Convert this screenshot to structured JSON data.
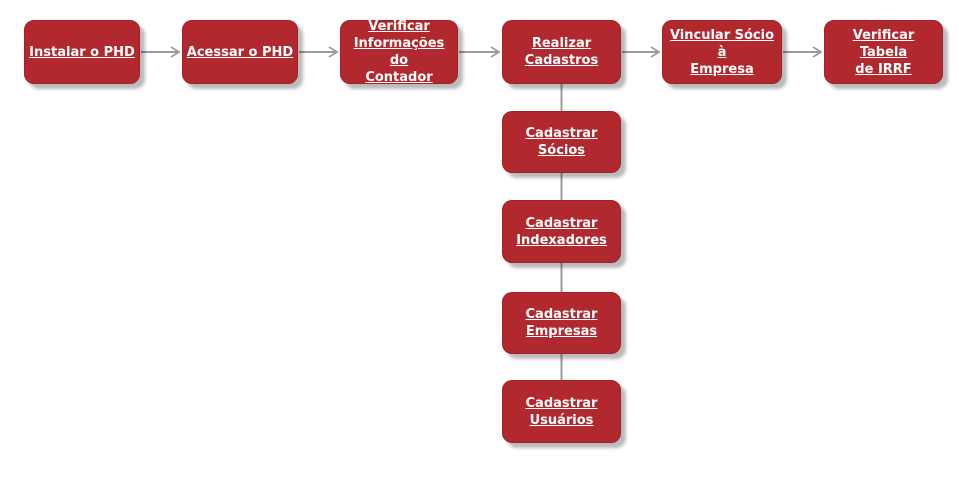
{
  "colors": {
    "node_fill": "#B1292E",
    "node_border": "#9D2127",
    "node_text": "#FFFFFF",
    "connector": "#9B9B9B",
    "background": "#FFFFFF"
  },
  "nodes": [
    {
      "id": "instalar-o-phd",
      "label": "Instalar o PHD"
    },
    {
      "id": "acessar-o-phd",
      "label": "Acessar o PHD"
    },
    {
      "id": "verificar-informacoes-do-contador",
      "label": "Verificar\nInformações do\nContador"
    },
    {
      "id": "realizar-cadastros",
      "label": "Realizar\nCadastros"
    },
    {
      "id": "vincular-socio-a-empresa",
      "label": "Vincular Sócio à\nEmpresa"
    },
    {
      "id": "verificar-tabela-de-irrf",
      "label": "Verificar Tabela\nde IRRF"
    },
    {
      "id": "cadastrar-socios",
      "label": "Cadastrar\nSócios"
    },
    {
      "id": "cadastrar-indexadores",
      "label": "Cadastrar\nIndexadores"
    },
    {
      "id": "cadastrar-empresas",
      "label": "Cadastrar\nEmpresas"
    },
    {
      "id": "cadastrar-usuarios",
      "label": "Cadastrar\nUsuários"
    }
  ],
  "edges": [
    {
      "from": "instalar-o-phd",
      "to": "acessar-o-phd",
      "arrowhead": true
    },
    {
      "from": "acessar-o-phd",
      "to": "verificar-informacoes-do-contador",
      "arrowhead": true
    },
    {
      "from": "verificar-informacoes-do-contador",
      "to": "realizar-cadastros",
      "arrowhead": true
    },
    {
      "from": "realizar-cadastros",
      "to": "vincular-socio-a-empresa",
      "arrowhead": true
    },
    {
      "from": "vincular-socio-a-empresa",
      "to": "verificar-tabela-de-irrf",
      "arrowhead": true
    },
    {
      "from": "realizar-cadastros",
      "to": "cadastrar-socios",
      "arrowhead": false
    },
    {
      "from": "cadastrar-socios",
      "to": "cadastrar-indexadores",
      "arrowhead": false
    },
    {
      "from": "cadastrar-indexadores",
      "to": "cadastrar-empresas",
      "arrowhead": false
    },
    {
      "from": "cadastrar-empresas",
      "to": "cadastrar-usuarios",
      "arrowhead": false
    }
  ]
}
